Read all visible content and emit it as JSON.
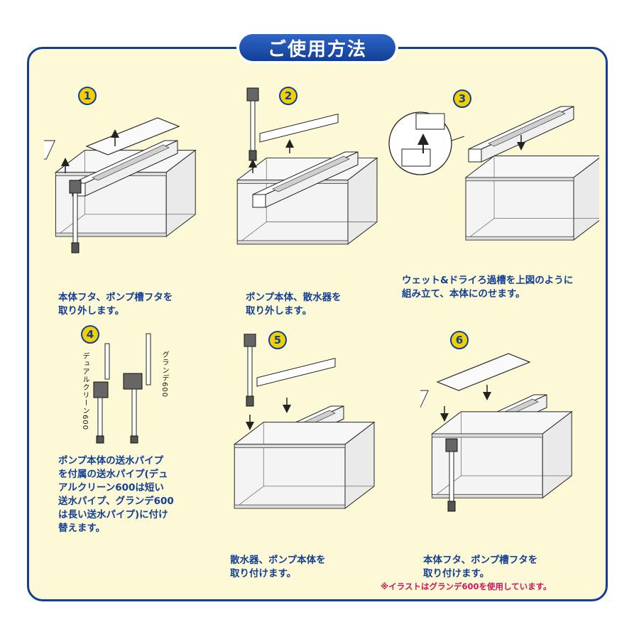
{
  "title": "ご使用方法",
  "steps": [
    {
      "number": "1",
      "caption_lines": [
        "本体フタ、ポンプ槽フタを",
        "取り外します。"
      ]
    },
    {
      "number": "2",
      "caption_lines": [
        "ポンプ本体、散水器を",
        "取り外します。"
      ]
    },
    {
      "number": "3",
      "caption_lines": [
        "ウェット&ドライろ過槽を上図のように",
        "組み立て、本体にのせます。"
      ]
    },
    {
      "number": "4",
      "caption_lines": [
        "ポンプ本体の送水パイプ",
        "を付属の送水パイプ(デュ",
        "アルクリーン600は短い",
        "送水パイプ、グランデ600",
        "は長い送水パイプ)に付け",
        "替えます。"
      ],
      "labels": {
        "short_pipe": "デュアルクリーン600",
        "long_pipe": "グランデ600"
      }
    },
    {
      "number": "5",
      "caption_lines": [
        "散水器、ポンプ本体を",
        "取り付けます。"
      ]
    },
    {
      "number": "6",
      "caption_lines": [
        "本体フタ、ポンプ槽フタを",
        "取り付けます。"
      ]
    }
  ],
  "note": "※イラストはグランデ600を使用しています。",
  "colors": {
    "border": "#123f95",
    "panel_bg": "#fdf9d6",
    "badge": "#f2d000",
    "text": "#123f95",
    "note": "#d4145a"
  }
}
